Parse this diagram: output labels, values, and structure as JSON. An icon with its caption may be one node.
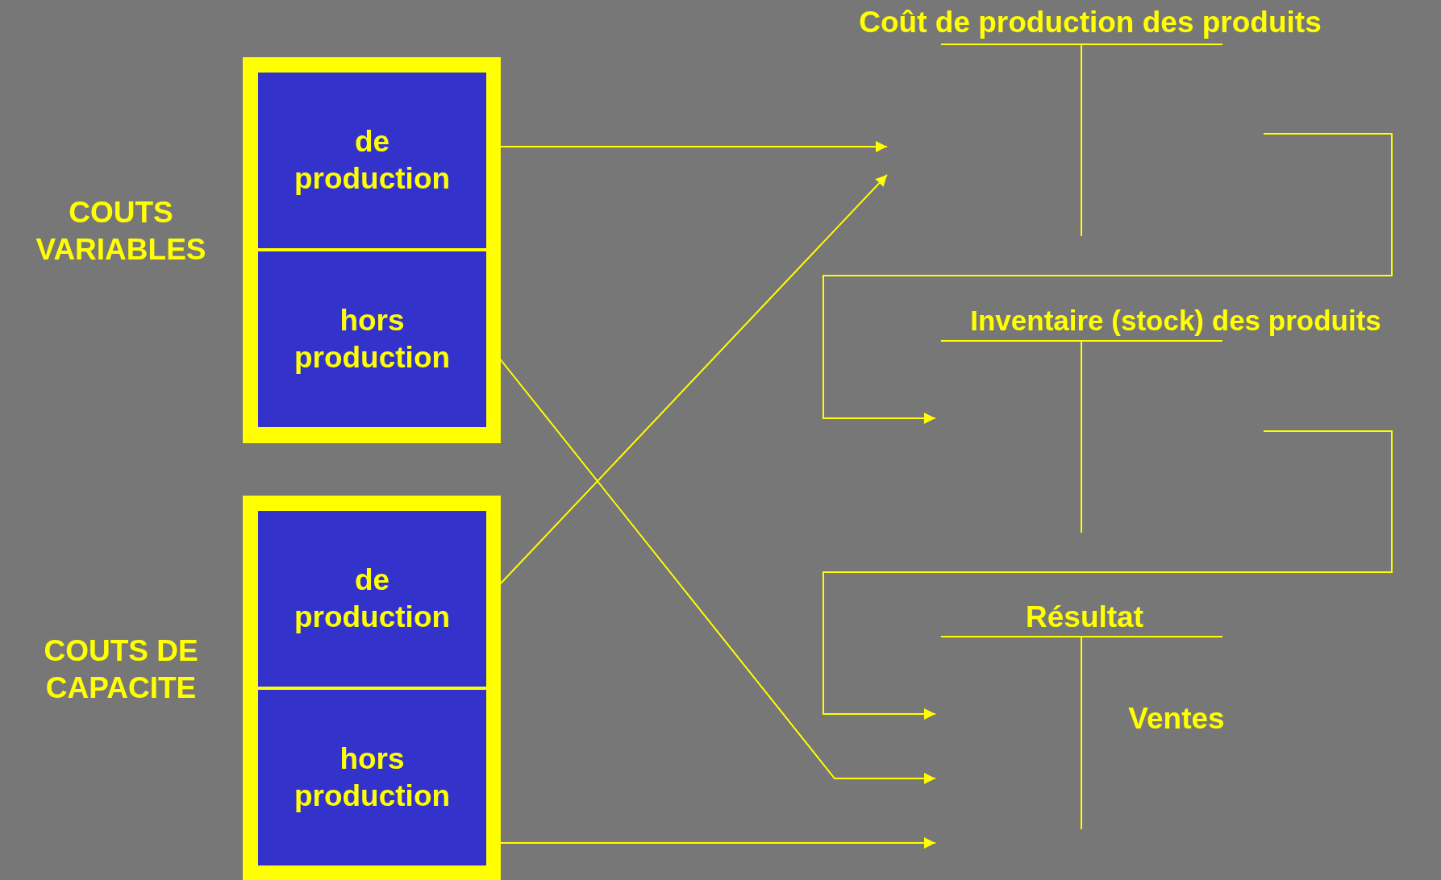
{
  "diagram": {
    "nodes": [
      {
        "text": [
          "COUTS VARIABLES"
        ]
      },
      {
        "text": [
          "de production"
        ],
        "in": 0
      },
      {
        "text": [
          "hors production"
        ],
        "in": 0
      },
      {
        "text": [
          "COUTS DE CAPACITE"
        ]
      },
      {
        "text": [
          "de production"
        ],
        "in": 3
      },
      {
        "text": [
          "hors production"
        ],
        "in": 3
      },
      {
        "text": [
          "Coût de production des produits"
        ]
      },
      {
        "text": [
          "Inventaire (stock) des produits"
        ]
      },
      {
        "text": [
          "Résultat",
          "Ventes"
        ]
      }
    ],
    "edges": [
      {
        "from": 1,
        "to": 6,
        "arrow": "to"
      },
      {
        "from": 2,
        "to": 8,
        "arrow": "to"
      },
      {
        "from": 4,
        "to": 6,
        "arrow": "to"
      },
      {
        "from": 5,
        "to": 8,
        "arrow": "to"
      },
      {
        "from": 6,
        "to": 7,
        "arrow": "to"
      },
      {
        "from": 7,
        "to": 8,
        "arrow": "to"
      }
    ]
  }
}
